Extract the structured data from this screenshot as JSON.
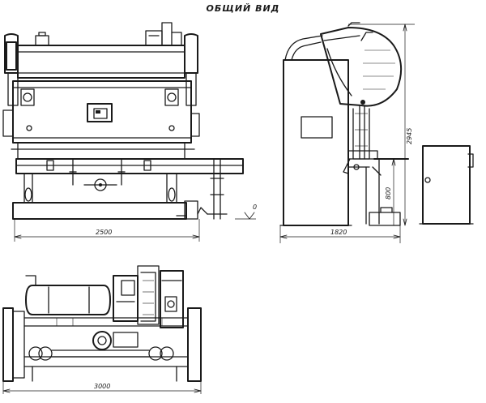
{
  "title": "ОБЩИЙ ВИД",
  "dimensions": {
    "front_width": "2500",
    "front_height_zero": "0",
    "side_depth": "1820",
    "side_height": "2945",
    "side_table_height": "800",
    "plan_width": "3000"
  }
}
